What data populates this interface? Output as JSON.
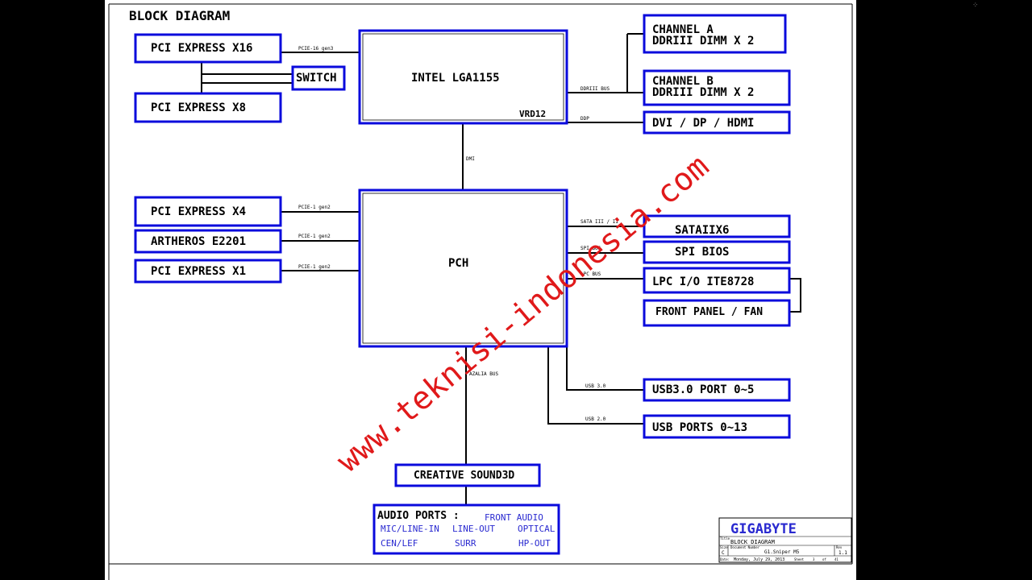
{
  "title": "BLOCK DIAGRAM",
  "corner_mark": "⁘",
  "boxes": {
    "pcie_x16": "PCI EXPRESS X16",
    "switch": "SWITCH",
    "pcie_x8": "PCI EXPRESS X8",
    "cpu": "INTEL LGA1155",
    "vrd": "VRD12",
    "channel_a_1": "CHANNEL A",
    "channel_a_2": "DDRIII  DIMM X 2",
    "channel_b_1": "CHANNEL B",
    "channel_b_2": "DDRIII DIMM X 2",
    "dvi": "DVI / DP / HDMI",
    "pcie_x4": "PCI EXPRESS X4",
    "artheros": "ARTHEROS E2201",
    "pcie_x1": "PCI EXPRESS X1",
    "pch": "PCH",
    "sata": "SATAIIX6",
    "spi": "SPI BIOS",
    "lpc": "LPC I/O ITE8728",
    "front_panel": "FRONT PANEL / FAN",
    "usb3": "USB3.0 PORT 0~5",
    "usb2": "USB PORTS 0~13",
    "sound": "CREATIVE SOUND3D",
    "audio_title": "AUDIO PORTS :",
    "audio_front": "FRONT AUDIO",
    "audio_mic": "MIC/LINE-IN",
    "audio_lineout": "LINE-OUT",
    "audio_optical": "OPTICAL",
    "audio_cen": "CEN/LEF",
    "audio_surr": "SURR",
    "audio_hp": "HP-OUT"
  },
  "buses": {
    "pcie16": "PCIE-16 gen3",
    "ddr": "DDRIII BUS",
    "ddp": "DDP",
    "dmi": "DMI",
    "pcie1_a": "PCIE-1 gen2",
    "pcie1_b": "PCIE-1 gen2",
    "pcie1_c": "PCIE-1 gen2",
    "sata": "SATA III / II",
    "spi": "SPI BUS",
    "lpc": "LPC BUS",
    "azalia": "AZALIA BUS",
    "usb3": "USB 3.0",
    "usb2": "USB 2.0"
  },
  "watermark": "www.teknisi-indonesia.com",
  "titleblock": {
    "logo": "GIGABYTE",
    "title_label": "Title",
    "title": "BLOCK DIAGRAM",
    "size_label": "Size",
    "size": "C",
    "docnum_label": "Document Number",
    "docnum": "G1.Sniper M5",
    "rev_label": "Rev",
    "rev": "1.1",
    "date_label": "Date:",
    "date": "Monday, July 29, 2013",
    "sheet_label": "Sheet",
    "sheet": "3",
    "of_label": "of",
    "of": "41"
  },
  "colors": {
    "box_border": "#0a0adc",
    "audio_text": "#2a2ad0",
    "watermark": "#e0191a",
    "line": "#000000"
  }
}
